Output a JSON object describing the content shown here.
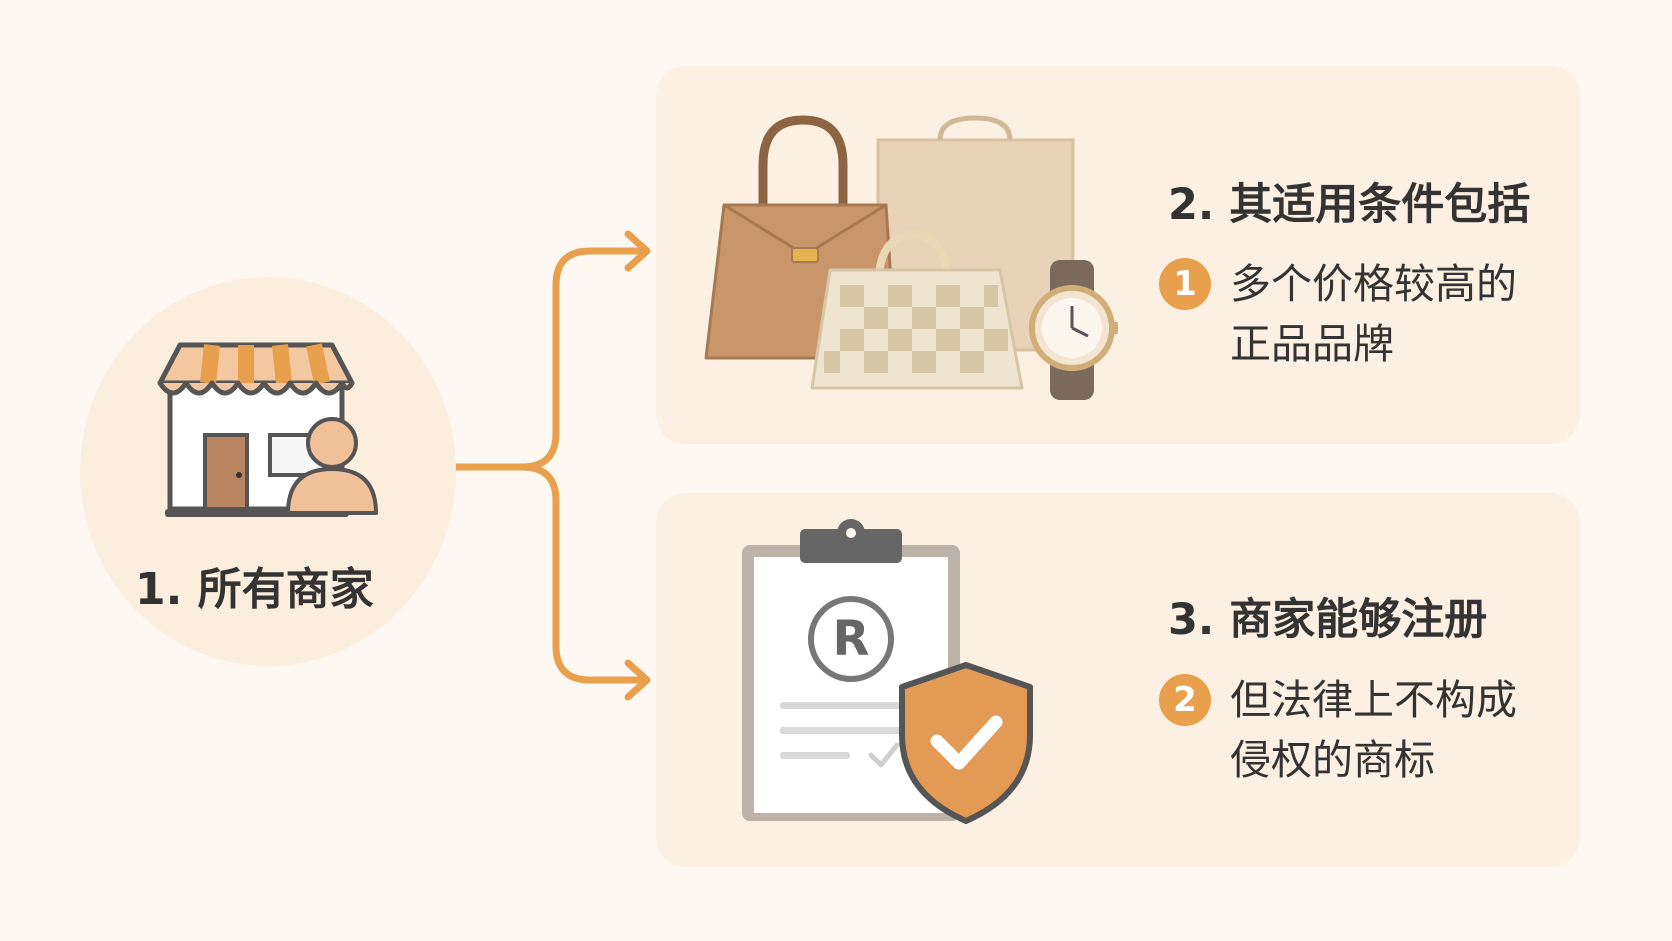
{
  "nodes": {
    "all_merchants": {
      "label": "1. 所有商家",
      "icon": "storefront-person-icon"
    },
    "conditions": {
      "title": "2. 其适用条件包括",
      "badge": "1",
      "text_line1": "多个价格较高的",
      "text_line2": "正品品牌",
      "icon": "luxury-goods-icon"
    },
    "registration": {
      "title": "3. 商家能够注册",
      "badge": "2",
      "text_line1": "但法律上不构成",
      "text_line2": "侵权的商标",
      "icon": "trademark-clipboard-shield-icon"
    }
  },
  "colors": {
    "accent": "#e9a04c",
    "background": "#fdf8f1",
    "card": "#fbf0e2",
    "circle": "#fbeedd",
    "text": "#333333"
  }
}
